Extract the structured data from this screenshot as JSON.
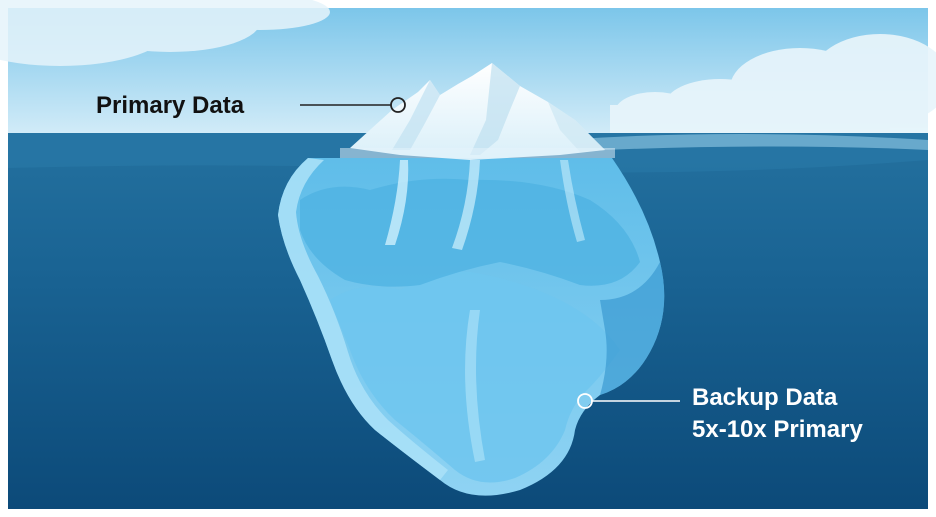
{
  "labels": {
    "primary": "Primary Data",
    "backup_line1": "Backup Data",
    "backup_line2": "5x-10x Primary"
  },
  "colors": {
    "sky_top": "#8fd0ec",
    "sky_bottom": "#cfeaf7",
    "water_surface": "#1f6f9e",
    "water_deep": "#0d4f80",
    "ice_light": "#bfe9fb",
    "ice_mid": "#63bfe9",
    "ice_dark": "#3fa2d8",
    "snow": "#ffffff",
    "primary_label": "#111111",
    "backup_label": "#ffffff"
  }
}
